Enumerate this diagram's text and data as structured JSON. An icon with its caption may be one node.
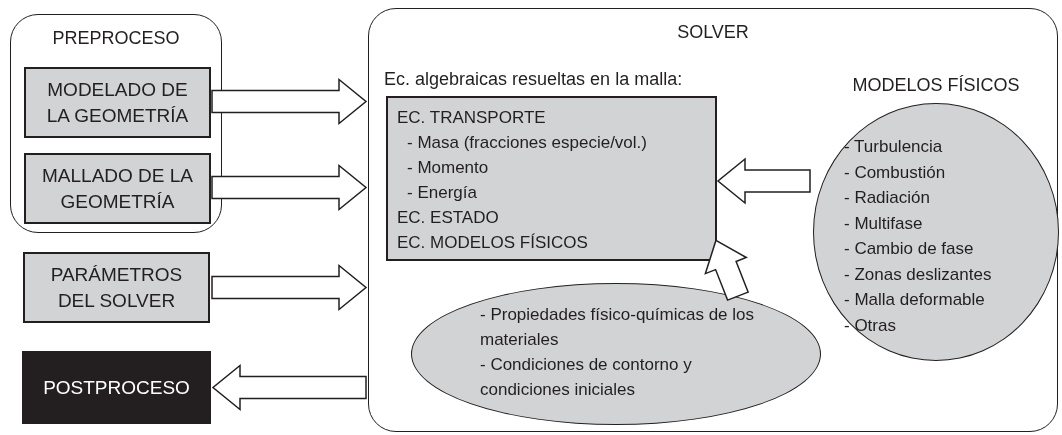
{
  "diagram": {
    "nodes": [
      {
        "text": [
          "PREPROCESO"
        ]
      },
      {
        "text": [
          "MODELADO DE LA GEOMETRÍA"
        ],
        "in": 0
      },
      {
        "text": [
          "MALLADO DE LA GEOMETRÍA"
        ],
        "in": 0
      },
      {
        "text": [
          "PARÁMETROS DEL SOLVER"
        ]
      },
      {
        "text": [
          "POSTPROCESO"
        ]
      },
      {
        "text": [
          "SOLVER"
        ]
      },
      {
        "text": [
          "Ec. algebraicas resueltas en la malla:",
          "EC. TRANSPORTE",
          "- Masa (fracciones especie/vol.)",
          "- Momento",
          "- Energía",
          "EC. ESTADO",
          "EC. MODELOS FÍSICOS"
        ],
        "in": 5
      },
      {
        "text": [
          "- Propiedades físico-químicas de los materiales",
          "- Condiciones de contorno y condiciones iniciales"
        ],
        "in": 5
      },
      {
        "text": [
          "MODELOS FÍSICOS",
          "- Turbulencia",
          "- Combustión",
          "- Radiación",
          "- Multifase",
          "- Cambio de fase",
          "- Zonas deslizantes",
          "- Malla deformable",
          "- Otras"
        ],
        "in": 5
      }
    ],
    "edges": [
      {
        "from": 1,
        "to": 5,
        "arrow": "to"
      },
      {
        "from": 2,
        "to": 5,
        "arrow": "to"
      },
      {
        "from": 3,
        "to": 5,
        "arrow": "to"
      },
      {
        "from": 5,
        "to": 4,
        "arrow": "to"
      },
      {
        "from": 8,
        "to": 6,
        "arrow": "to"
      },
      {
        "from": 7,
        "to": 6,
        "arrow": "to"
      }
    ]
  }
}
